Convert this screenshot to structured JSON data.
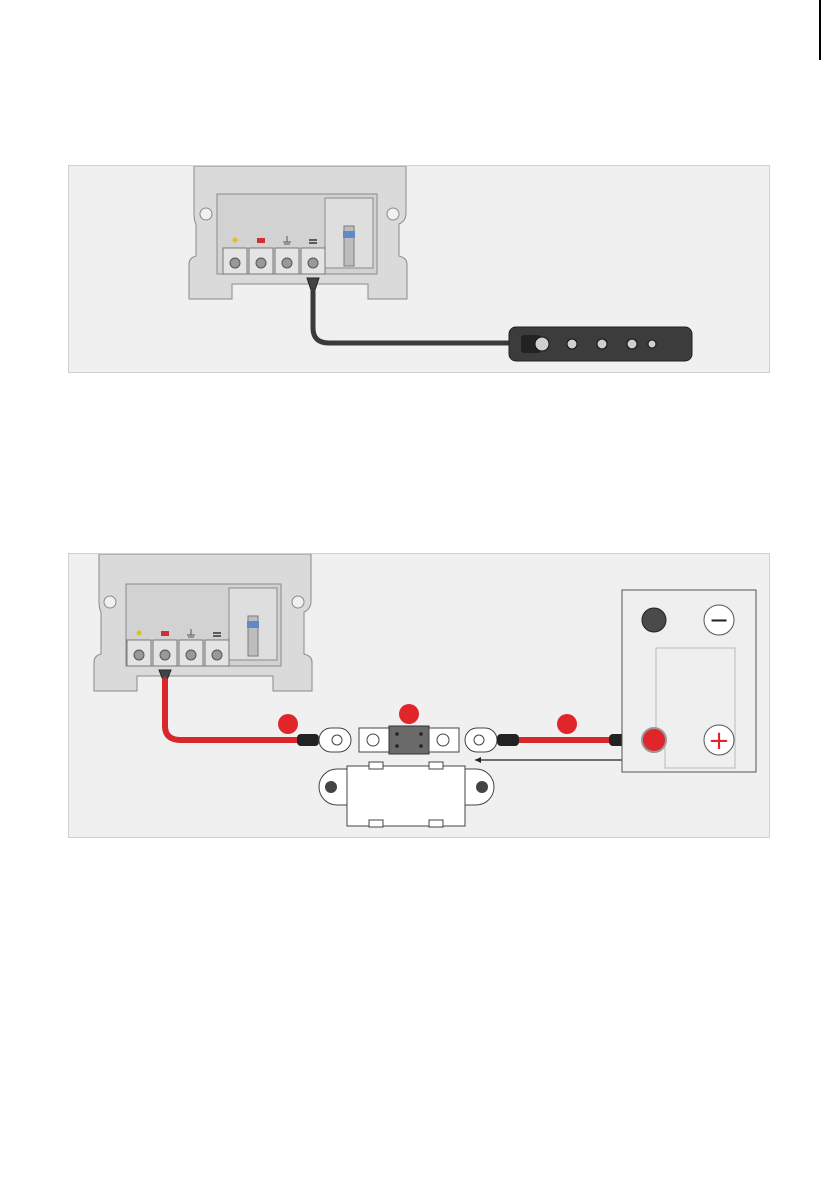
{
  "document": {
    "figures": [
      {
        "id": "ground-connection",
        "components": [
          "charger",
          "black-negative-cable",
          "negative-busbar"
        ],
        "colors": {
          "panel": "#f0f0f0",
          "cable": "#3a3a3a",
          "busbar": "#3c3c3c"
        }
      },
      {
        "id": "positive-connection",
        "components": [
          "charger",
          "red-positive-cable",
          "fuse-holder",
          "battery"
        ],
        "callouts": [
          "",
          "",
          ""
        ],
        "battery_terminals": {
          "negative_symbol": "−",
          "positive_symbol": "+"
        },
        "colors": {
          "cable": "#d8262a",
          "callout": "#e0262b",
          "battery_positive_post": "#e0262b",
          "battery_negative_post": "#4a4a4a"
        }
      }
    ]
  }
}
